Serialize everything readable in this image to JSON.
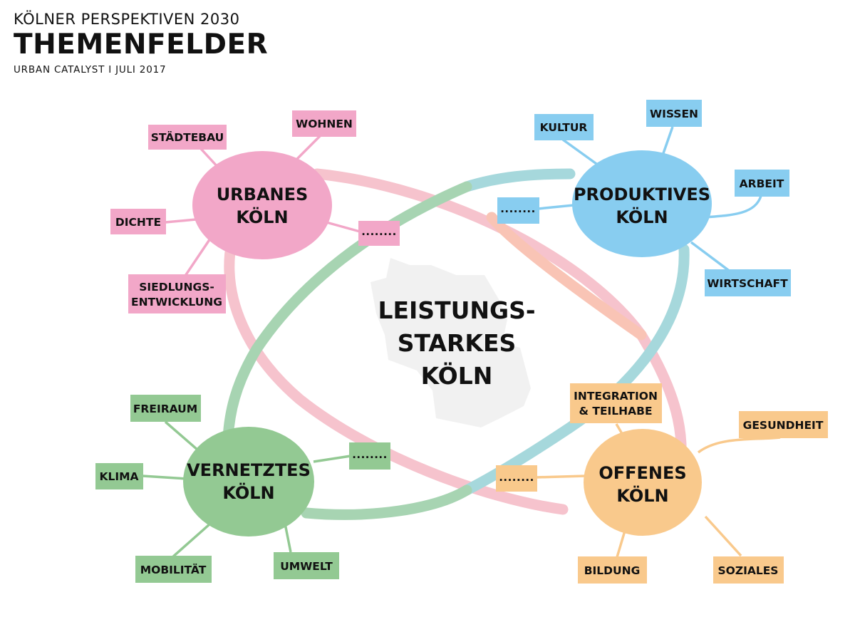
{
  "header": {
    "supertitle": "KÖLNER PERSPEKTIVEN 2030",
    "title": "THEMENFELDER",
    "subtitle": "URBAN CATALYST I JULI 2017"
  },
  "colors": {
    "pink": "#f2a7c8",
    "blue": "#88cdf0",
    "green": "#93c993",
    "orange": "#f9c98c",
    "pink_ring": "#f6c3cd",
    "blue_ring": "#a6d8dc",
    "green_ring": "#a7d4b2",
    "orange_ring": "#f8c0ad",
    "city_shape": "#f1f1f1"
  },
  "center": {
    "line1": "LEISTUNGS-",
    "line2": "STARKES",
    "line3": "KÖLN"
  },
  "hubs": {
    "urbanes": {
      "line1": "URBANES",
      "line2": "KÖLN",
      "color": "#f2a7c8"
    },
    "produktives": {
      "line1": "PRODUKTIVES",
      "line2": "KÖLN",
      "color": "#88cdf0"
    },
    "vernetztes": {
      "line1": "VERNETZTES",
      "line2": "KÖLN",
      "color": "#93c993"
    },
    "offenes": {
      "line1": "OFFENES",
      "line2": "KÖLN",
      "color": "#f9c98c"
    }
  },
  "labels": {
    "staedtebau": "STÄDTEBAU",
    "wohnen": "WOHNEN",
    "dichte": "DICHTE",
    "siedlungs_1": "SIEDLUNGS-",
    "siedlungs_2": "ENTWICKLUNG",
    "kultur": "KULTUR",
    "wissen": "WISSEN",
    "arbeit": "ARBEIT",
    "wirtschaft": "WIRTSCHAFT",
    "freiraum": "FREIRAUM",
    "klima": "KLIMA",
    "mobilitaet": "MOBILITÄT",
    "umwelt": "UMWELT",
    "integration_1": "INTEGRATION",
    "integration_2": "& TEILHABE",
    "gesundheit": "GESUNDHEIT",
    "bildung": "BILDUNG",
    "soziales": "SOZIALES",
    "dots": "........"
  }
}
